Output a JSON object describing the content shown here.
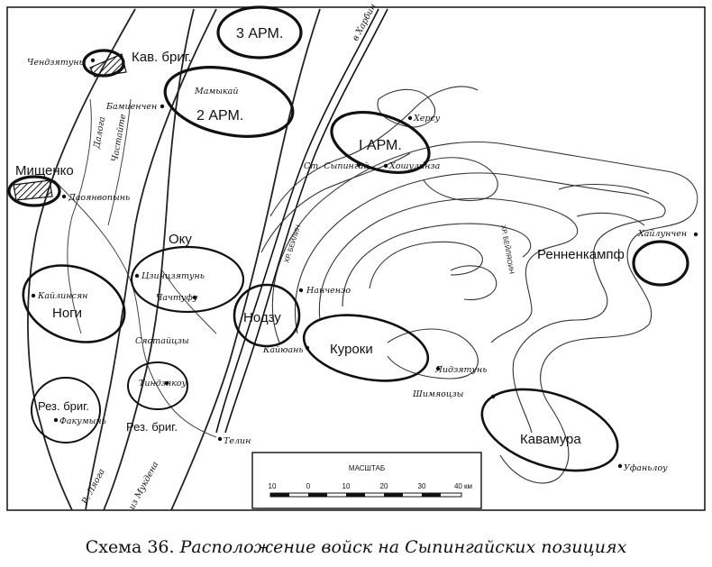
{
  "map": {
    "caption_prefix": "Схема 36.",
    "caption_title": "Расположение войск на Сыпингайских позициях",
    "scale_title": "МАСШТАБ",
    "scale_ticks": [
      "10",
      "0",
      "10",
      "20",
      "30",
      "40 км"
    ],
    "formations": {
      "arm3": "3 АРМ.",
      "arm2": "2 АРМ.",
      "arm1": "I АРМ.",
      "kav_brig": "Кав. бриг.",
      "mishchenko": "Мищенко",
      "oku": "Оку",
      "nogi": "Ноги",
      "nodzu": "Нодзу",
      "kuroki": "Куроки",
      "kavamura": "Кавамура",
      "rennenkampf": "Ренненкампф",
      "rez_brig_1": "Рез. бриг.",
      "rez_brig_2": "Рез. бриг."
    },
    "places": {
      "chendyatun": "Чендзятунь",
      "mamykay": "Мамыкай",
      "bamienchen": "Бамиенчен",
      "daoyanvopyn": "Даоянвопынь",
      "tsintsyatun": "Цзинцзятунь",
      "chachtufu": "Чачтуфу",
      "kaylinsyan": "Кайлинсян",
      "syaotaytszy": "Сяотайцзы",
      "tindzyakou": "Тиндзякоу",
      "fakumyn": "Факумынь",
      "telin": "Телин",
      "kayuan": "Кайюань",
      "nanchenzo": "Нанченэо",
      "st_sypingay": "Ст. Сыпингай",
      "khoshulinza": "Хошулинза",
      "khersu": "Херсу",
      "lidzyatun": "Лидзятунь",
      "shimyaotszy": "Шимяоцзы",
      "ufanlou": "Уфаньлоу",
      "khaylunchen": "Хайлунчен",
      "kharbin": "в Харбин",
      "mukden": "из Мукдена"
    },
    "rivers": {
      "r_lyaoga": "Р. Ляога",
      "r_daloga": "Далога",
      "r_chastaite": "Частайте",
      "khr_beylin": "ХР. БЕЙЛИН",
      "khr_beylyaoin": "ХР. БЕЙЛЯОИН"
    }
  }
}
